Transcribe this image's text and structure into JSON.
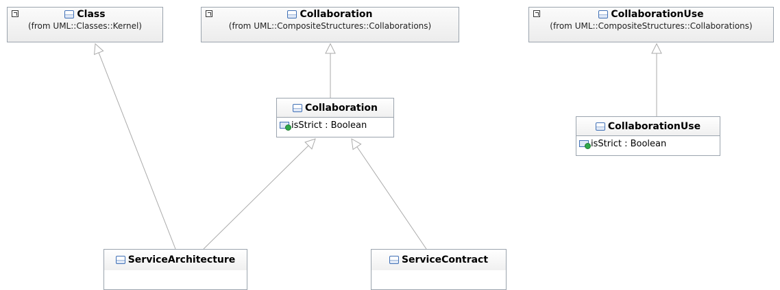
{
  "classes": {
    "class_ext": {
      "name": "Class",
      "from": "(from UML::Classes::Kernel)",
      "icon": "class-icon"
    },
    "collaboration_ext": {
      "name": "Collaboration",
      "from": "(from UML::CompositeStructures::Collaborations)",
      "icon": "class-icon"
    },
    "collaboration_use_ext": {
      "name": "CollaborationUse",
      "from": "(from UML::CompositeStructures::Collaborations)",
      "icon": "class-icon"
    },
    "collaboration": {
      "name": "Collaboration",
      "attributes": [
        "isStrict : Boolean"
      ]
    },
    "collaboration_use": {
      "name": "CollaborationUse",
      "attributes": [
        "isStrict : Boolean"
      ]
    },
    "service_architecture": {
      "name": "ServiceArchitecture"
    },
    "service_contract": {
      "name": "ServiceContract"
    }
  },
  "generalizations": [
    {
      "from": "service_architecture",
      "to": "class_ext"
    },
    {
      "from": "service_architecture",
      "to": "collaboration"
    },
    {
      "from": "service_contract",
      "to": "collaboration"
    },
    {
      "from": "collaboration",
      "to": "collaboration_ext"
    },
    {
      "from": "collaboration_use",
      "to": "collaboration_use_ext"
    }
  ],
  "colors": {
    "border": "#9aa3ad",
    "icon_blue": "#3f6fb5",
    "attr_green": "#2fa84a",
    "line": "#aaaaaa"
  }
}
